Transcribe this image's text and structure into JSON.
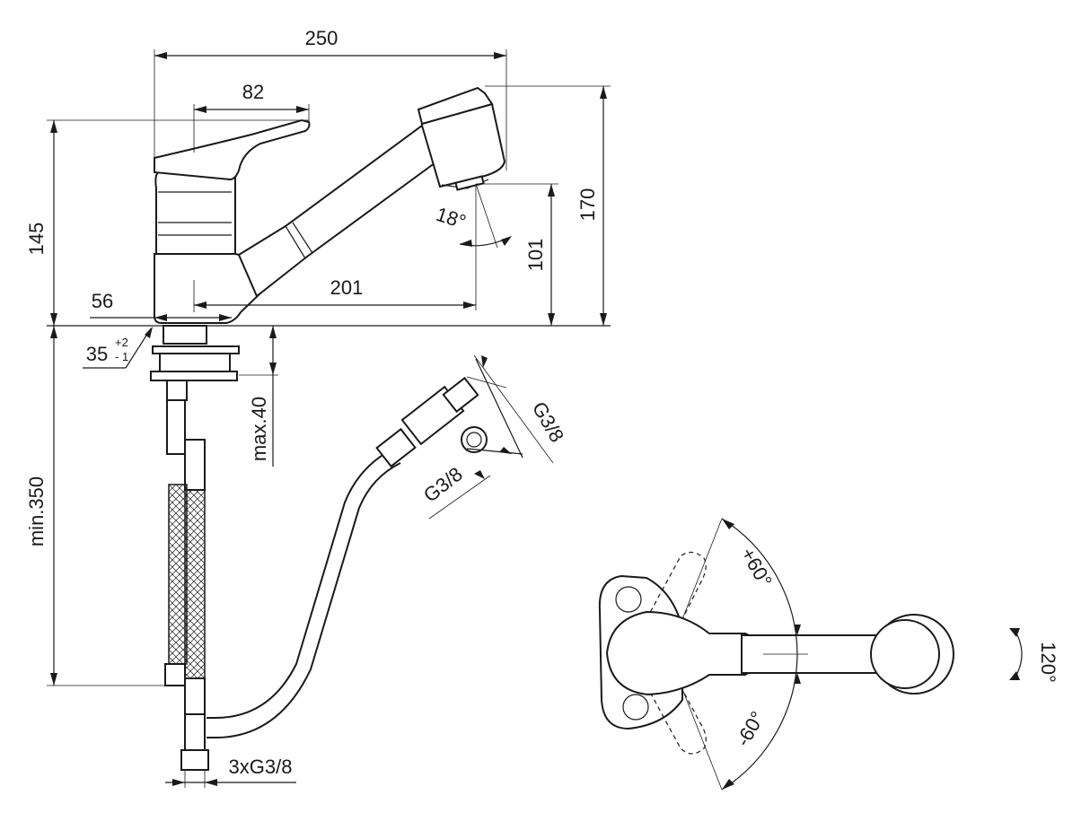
{
  "dimensions": {
    "width_total": "250",
    "lever_length": "82",
    "height_overall": "170",
    "height_body": "145",
    "outlet_height": "101",
    "spout_reach": "201",
    "base_diameter": "56",
    "hole_diameter": "35",
    "hole_tol_plus": "+2",
    "hole_tol_minus": "- 1",
    "max_deck": "max.40",
    "min_hose": "min.350",
    "connection_thread": "3xG3/8",
    "tee_thread_1": "G3/8",
    "tee_thread_2": "G3/8",
    "spray_angle": "18°",
    "lever_angle_plus": "+60°",
    "lever_angle_minus": "-60°",
    "spout_rotation": "120°"
  },
  "colors": {
    "line": "#1a1a1a",
    "background": "#ffffff"
  }
}
